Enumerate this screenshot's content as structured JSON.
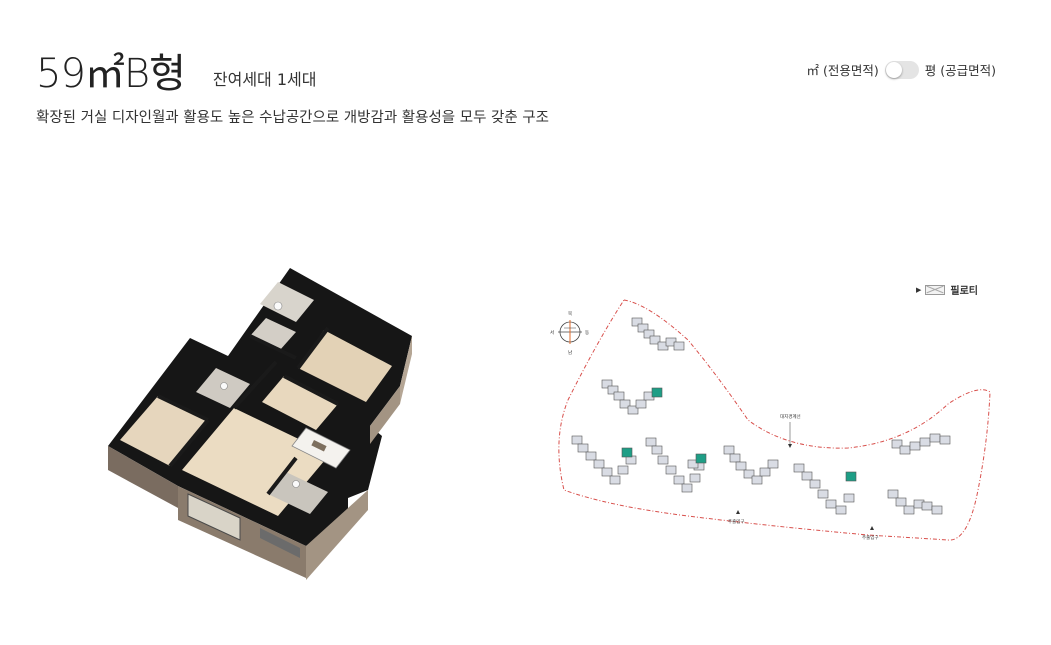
{
  "unit_type": {
    "title": "59㎡B형",
    "remaining": "잔여세대 1세대"
  },
  "description": "확장된 거실 디자인월과 활용도 높은 수납공간으로 개방감과 활용성을 모두 갖춘 구조",
  "area_toggle": {
    "left_label": "㎡ (전용면적)",
    "right_label": "평 (공급면적)",
    "selected": "㎡"
  },
  "site_plan": {
    "legend_label": "필로티",
    "boundary_label": "대지경계선",
    "entrance_labels": [
      "주출입구",
      "주출입구"
    ],
    "compass": {
      "north": "북",
      "south": "남",
      "east": "동",
      "west": "서"
    }
  },
  "colors": {
    "highlight_building": "#1e9e86",
    "boundary_line": "#d8504c"
  }
}
